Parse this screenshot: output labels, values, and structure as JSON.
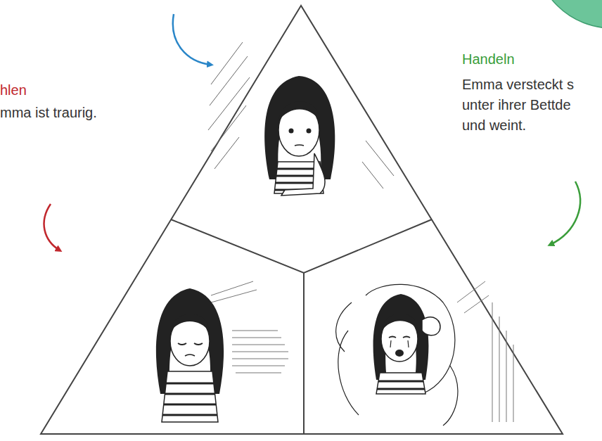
{
  "diagram": {
    "labels": [
      "hlen",
      "mma ist traurig.",
      "Handeln",
      "Emma versteckt s unter ihrer Bettde und weint."
    ]
  }
}
